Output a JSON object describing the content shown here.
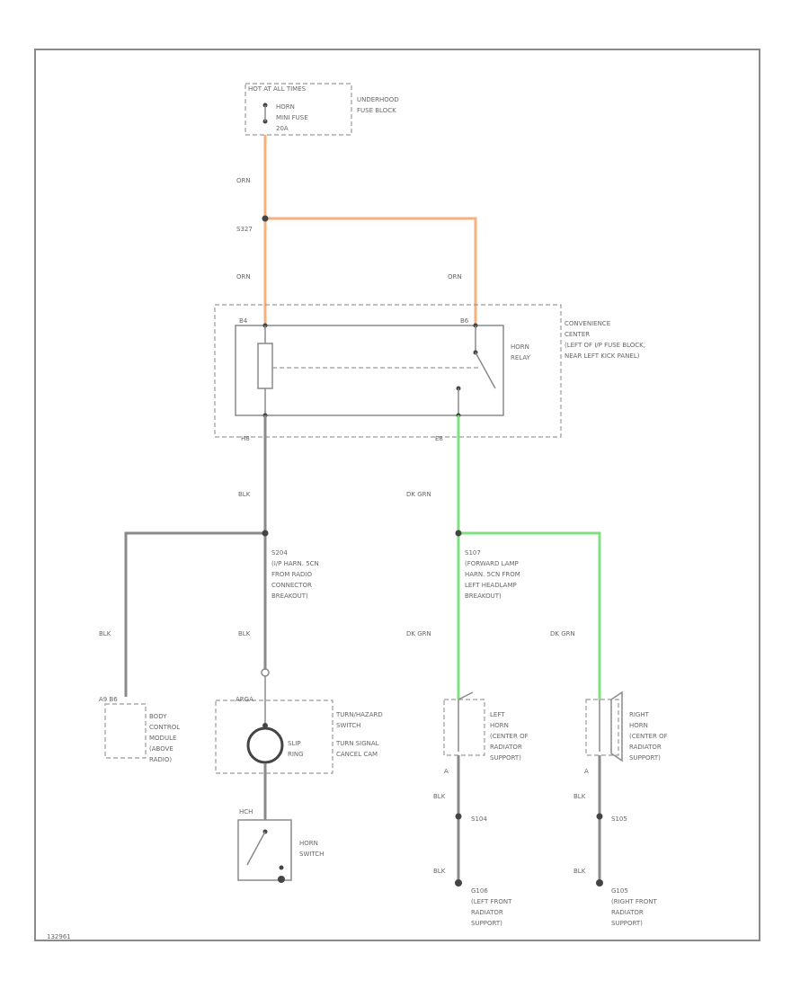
{
  "fuse_block": {
    "header": "HOT AT ALL TIMES",
    "horn_fuse_1": "HORN",
    "horn_fuse_2": "MINI FUSE",
    "horn_fuse_3": "20A",
    "name_1": "UNDERHOOD",
    "name_2": "FUSE BLOCK"
  },
  "wires": {
    "orn_top": "ORN",
    "splice_s327": "S327",
    "orn_left": "ORN",
    "orn_right": "ORN",
    "blk_upper": "BLK",
    "dkgrn_upper": "DK GRN",
    "blk_left": "BLK",
    "blk_mid": "BLK",
    "dkgrn_left": "DK GRN",
    "dkgrn_right": "DK GRN"
  },
  "convenience_center": {
    "line_1": "CONVENIENCE",
    "line_2": "CENTER",
    "line_3": "(LEFT OF I/P FUSE BLOCK,",
    "line_4": "NEAR LEFT KICK PANEL)",
    "relay_1": "HORN",
    "relay_2": "RELAY",
    "pin_a": "B4",
    "pin_b": "B6",
    "pin_c": "H8",
    "pin_d": "E8"
  },
  "splice_s204": {
    "line_1": "S204",
    "line_2": "(I/P HARN. 5CN",
    "line_3": "FROM RADIO",
    "line_4": "CONNECTOR",
    "line_5": "BREAKOUT)"
  },
  "splice_s107": {
    "line_1": "S107",
    "line_2": "(FORWARD LAMP",
    "line_3": "HARN. 5CN FROM",
    "line_4": "LEFT HEADLAMP",
    "line_5": "BREAKOUT)"
  },
  "bcm": {
    "pins": "A9   B6",
    "line_1": "BODY",
    "line_2": "CONTROL",
    "line_3": "MODULE",
    "line_4": "(ABOVE",
    "line_5": "RADIO)"
  },
  "turn_switch": {
    "pin": "ARGA",
    "line_1": "TURN/HAZARD",
    "line_2": "SWITCH",
    "line_3": "TURN SIGNAL",
    "line_4": "CANCEL CAM",
    "ring_1": "SLIP",
    "ring_2": "RING"
  },
  "horn_switch": {
    "pin": "HCH",
    "line_1": "HORN",
    "line_2": "SWITCH"
  },
  "left_horn": {
    "line_1": "LEFT",
    "line_2": "HORN",
    "line_3": "(CENTER OF",
    "line_4": "RADIATOR",
    "line_5": "SUPPORT)",
    "pin": "A",
    "blk_1": "BLK",
    "splice": "S104",
    "blk_2": "BLK",
    "ground_1": "G106",
    "ground_2": "(LEFT FRONT",
    "ground_3": "RADIATOR",
    "ground_4": "SUPPORT)"
  },
  "right_horn": {
    "line_1": "RIGHT",
    "line_2": "HORN",
    "line_3": "(CENTER OF",
    "line_4": "RADIATOR",
    "line_5": "SUPPORT)",
    "pin": "A",
    "blk_1": "BLK",
    "splice": "S105",
    "blk_2": "BLK",
    "ground_1": "G105",
    "ground_2": "(RIGHT FRONT",
    "ground_3": "RADIATOR",
    "ground_4": "SUPPORT)"
  },
  "footer_code": "132961"
}
